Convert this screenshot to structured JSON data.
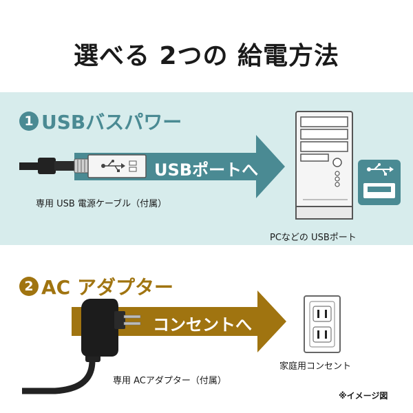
{
  "title": "選べる 2つの 給電方法",
  "usb": {
    "num": "1",
    "heading": "USBバスパワー",
    "arrow_label": "USBポートへ",
    "cable_caption": "専用 USB 電源ケーブル（付属）",
    "pc_caption": "PCなどの USBポート",
    "accent": "#4a8a93",
    "panel_bg": "#d7ecec"
  },
  "ac": {
    "num": "2",
    "heading": "AC アダプター",
    "arrow_label": "コンセントへ",
    "adapter_caption": "専用 ACアダプター（付属）",
    "outlet_caption": "家庭用コンセント",
    "accent": "#a07410",
    "panel_bg": "#fcebe4"
  },
  "note": "※イメージ図",
  "icons": [
    "usb-plug-icon",
    "usb-symbol-icon",
    "pc-tower-icon",
    "ac-adapter-icon",
    "wall-outlet-icon"
  ]
}
